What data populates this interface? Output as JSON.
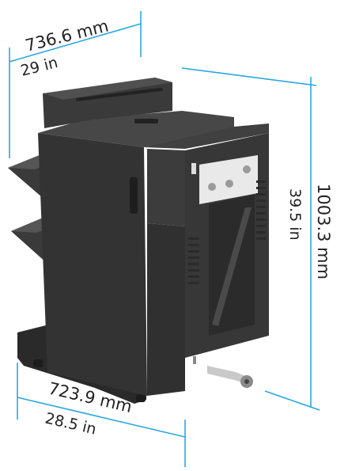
{
  "dimensions": {
    "depth_mm": "736.6 mm",
    "depth_in": "29 in",
    "height_mm": "1003.3 mm",
    "height_in": "39.5 in",
    "width_mm": "723.9 mm",
    "width_in": "28.5 in"
  },
  "colors": {
    "dimension_line": "#29a8e0",
    "body_dark": "#2e2e2e",
    "body_mid": "#3b3b3b",
    "body_light": "#4a4a4a",
    "panel_bg": "#e9e9e9"
  }
}
